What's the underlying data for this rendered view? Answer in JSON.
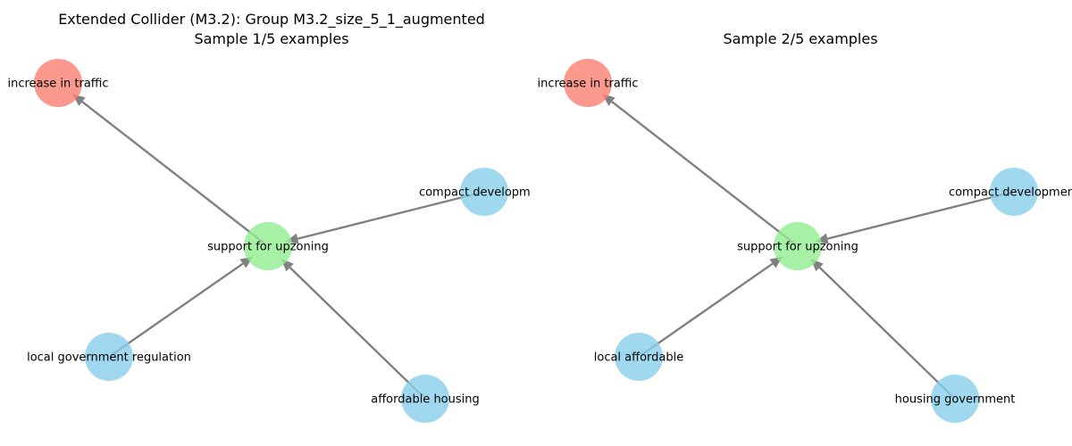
{
  "colors": {
    "cause": "#87ceeb",
    "collider": "#90ee90",
    "effect": "#fa8072",
    "edge": "#808080"
  },
  "panels": [
    {
      "title_line1": "Extended Collider (M3.2): Group M3.2_size_5_1_augmented",
      "title_line2": "Sample 1/5 examples",
      "nodes": [
        {
          "id": "effect",
          "label": "increase in traffic",
          "role": "effect"
        },
        {
          "id": "center",
          "label": "support for upzoning",
          "role": "collider"
        },
        {
          "id": "c1",
          "label": "compact development",
          "role": "cause"
        },
        {
          "id": "c2",
          "label": "local government regulation",
          "role": "cause"
        },
        {
          "id": "c3",
          "label": "affordable housing",
          "role": "cause"
        }
      ],
      "edges": [
        {
          "from": "center",
          "to": "effect"
        },
        {
          "from": "c1",
          "to": "center"
        },
        {
          "from": "c2",
          "to": "center"
        },
        {
          "from": "c3",
          "to": "center"
        }
      ]
    },
    {
      "title_line1": "",
      "title_line2": "Sample 2/5 examples",
      "nodes": [
        {
          "id": "effect",
          "label": "increase in traffic",
          "role": "effect"
        },
        {
          "id": "center",
          "label": "support for upzoning",
          "role": "collider"
        },
        {
          "id": "c1",
          "label": "compact development",
          "role": "cause"
        },
        {
          "id": "c2",
          "label": "local affordable",
          "role": "cause"
        },
        {
          "id": "c3",
          "label": "housing government",
          "role": "cause"
        }
      ],
      "edges": [
        {
          "from": "center",
          "to": "effect"
        },
        {
          "from": "c1",
          "to": "center"
        },
        {
          "from": "c2",
          "to": "center"
        },
        {
          "from": "c3",
          "to": "center"
        }
      ]
    }
  ]
}
